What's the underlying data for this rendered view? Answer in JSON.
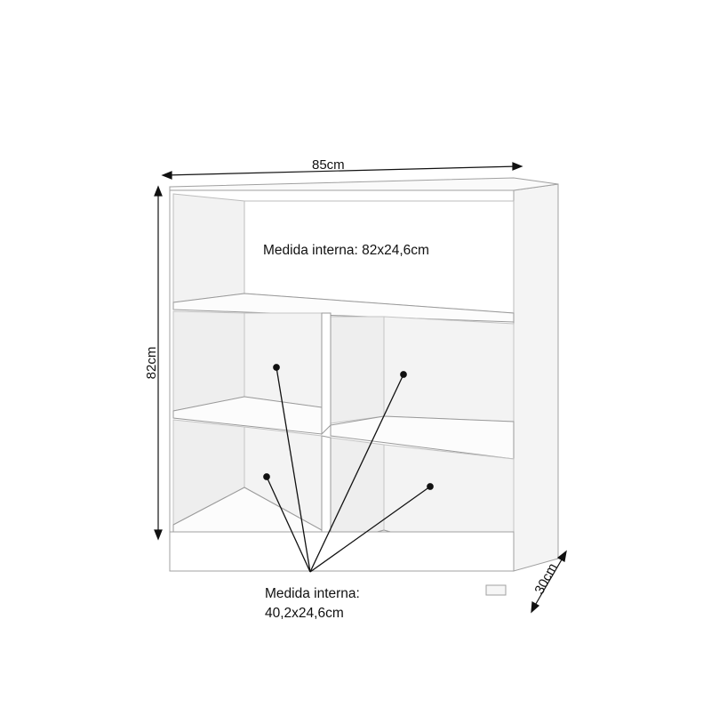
{
  "dimensions": {
    "width": "85cm",
    "height": "82cm",
    "depth": "30cm"
  },
  "annotations": {
    "top_compartment": "Medida interna: 82x24,6cm",
    "lower_compartments_line1": "Medida interna:",
    "lower_compartments_line2": "40,2x24,6cm"
  },
  "colors": {
    "line": "#111111",
    "panel_edge": "#9a9a9a",
    "shelf_face": "#ffffff",
    "interior": "#f3f3f3",
    "interior_shadow": "#e9e9e9"
  }
}
